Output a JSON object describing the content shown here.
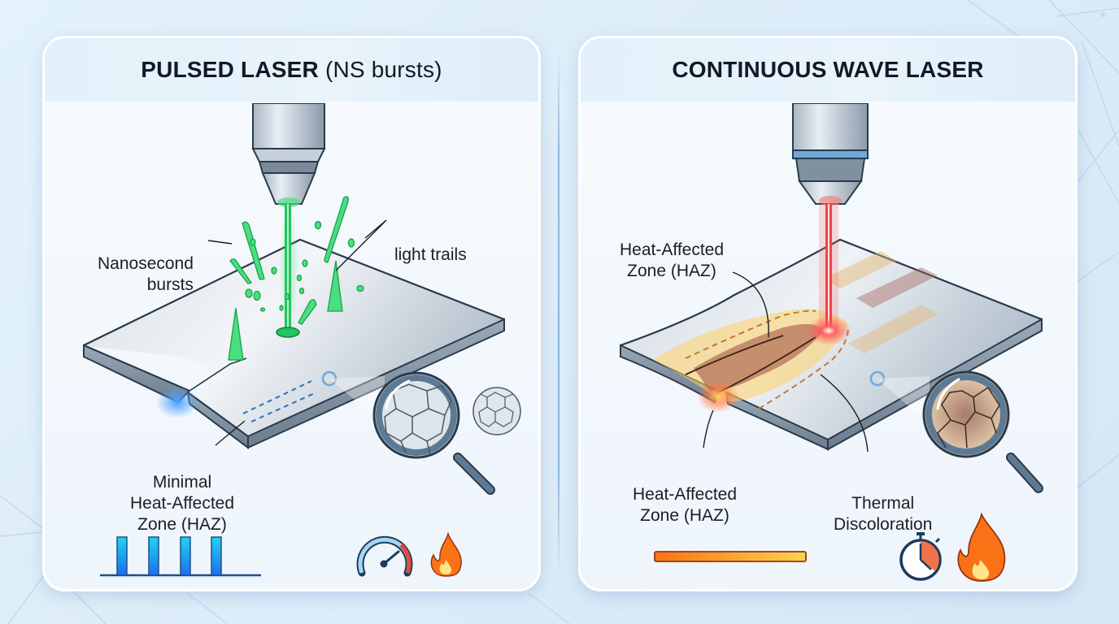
{
  "left_panel": {
    "title_bold": "PULSED LASER",
    "title_light": "(NS bursts)",
    "beam_color": "#22c55e",
    "labels": {
      "bursts_line1": "Nanosecond",
      "bursts_line2": "bursts",
      "trails": "light trails",
      "haz_line1": "Minimal",
      "haz_line2": "Heat-Affected",
      "haz_line3": "Zone (HAZ)"
    },
    "icons": [
      "pulse-train-icon",
      "speedometer-icon",
      "flame-small-icon"
    ],
    "pulse_count": 4
  },
  "right_panel": {
    "title_bold": "CONTINUOUS WAVE LASER",
    "beam_color": "#ef4444",
    "labels": {
      "haz_top_line1": "Heat-Affected",
      "haz_top_line2": "Zone (HAZ)",
      "haz_bottom_line1": "Heat-Affected",
      "haz_bottom_line2": "Zone (HAZ)",
      "discolor_line1": "Thermal",
      "discolor_line2": "Discoloration"
    },
    "icons": [
      "continuous-bar-icon",
      "stopwatch-icon",
      "flame-large-icon"
    ]
  },
  "colors": {
    "background": "#dcecf8",
    "panel": "#f4f9fd",
    "header": "#e4f1fa",
    "metal": "#c9d3dc",
    "outline": "#2a3a4a",
    "pulse_blue": "#1e90ff",
    "heat_orange": "#f97316"
  }
}
